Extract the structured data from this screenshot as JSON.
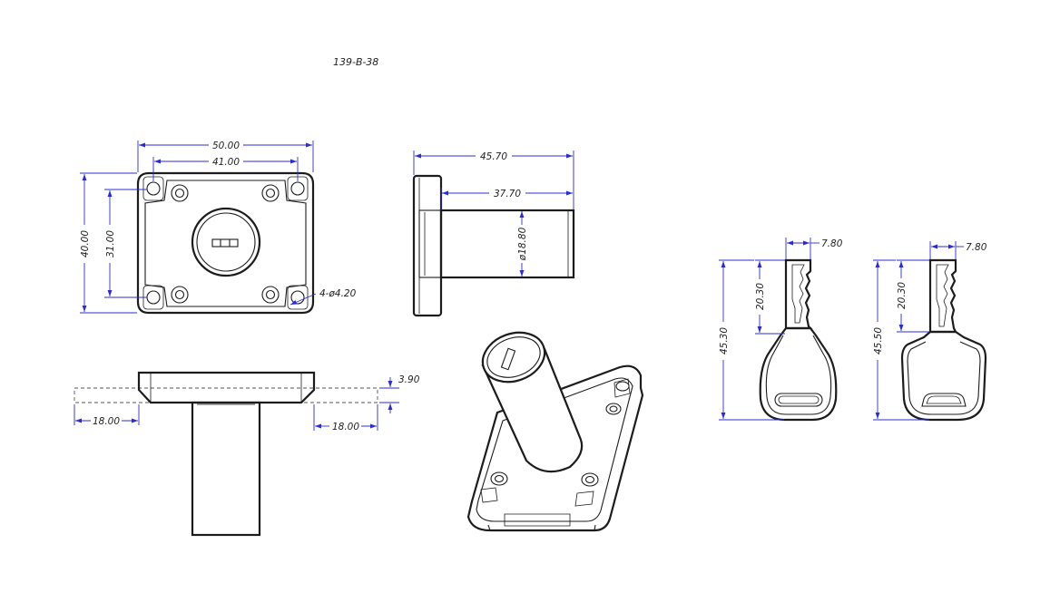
{
  "drawing": {
    "part_number": "139-B-38",
    "front_view": {
      "width_outer": "50.00",
      "width_holes": "41.00",
      "height_outer": "40.00",
      "height_holes": "31.00",
      "holes": "4-ø4.20"
    },
    "side_view": {
      "total_length": "45.70",
      "cylinder_length": "37.70",
      "cylinder_diameter": "ø18.80"
    },
    "top_view": {
      "flange_thickness": "3.90",
      "left_offset": "18.00",
      "right_offset": "18.00"
    },
    "key_1": {
      "blade_width": "7.80",
      "blade_length": "20.30",
      "total_length": "45.30"
    },
    "key_2": {
      "blade_width": "7.80",
      "blade_length": "20.30",
      "total_length": "45.50"
    }
  },
  "colors": {
    "dimension": "#2b2bd6",
    "outline": "#1c1c1c"
  }
}
